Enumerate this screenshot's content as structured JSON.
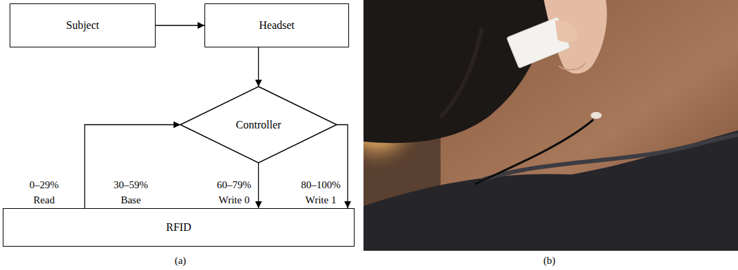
{
  "diagram": {
    "nodes": [
      {
        "text": [
          "Subject"
        ]
      },
      {
        "text": [
          "Headset"
        ]
      },
      {
        "text": [
          "Controller"
        ]
      },
      {
        "text": [
          "RFID"
        ]
      }
    ],
    "edges": [
      {
        "from": 0,
        "to": 1,
        "arrow": "to"
      },
      {
        "from": 1,
        "to": 2,
        "arrow": "to"
      },
      {
        "from": 2,
        "to": 3,
        "arrow": "to"
      },
      {
        "from": 2,
        "to": 3,
        "arrow": "to"
      },
      {
        "from": 3,
        "to": 2,
        "arrow": "to"
      }
    ],
    "labels": [
      "0–29%",
      "Read",
      "30–59%",
      "Base",
      "60–79%",
      "Write 0",
      "80–100%",
      "Write 1",
      "(a)",
      "(b)"
    ]
  }
}
